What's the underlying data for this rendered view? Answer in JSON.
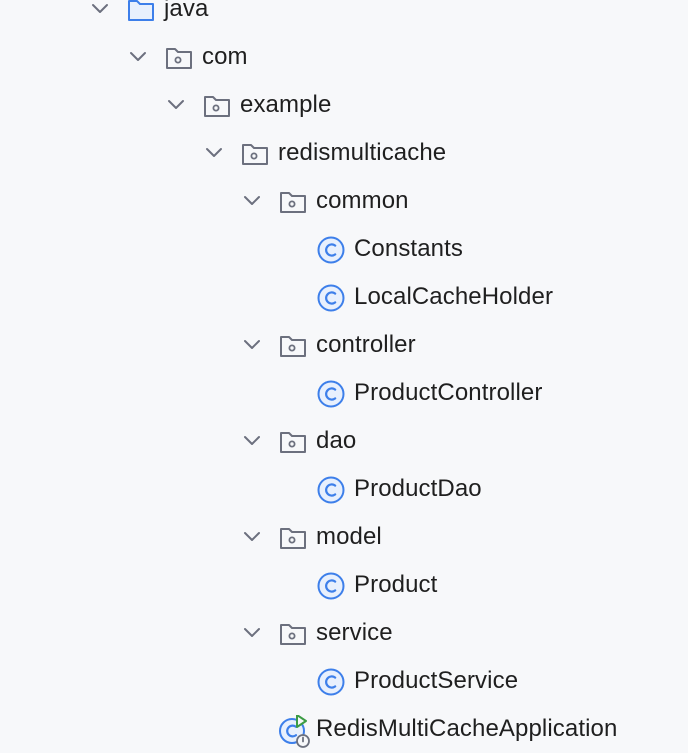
{
  "project_tree": {
    "nodes": [
      {
        "label": "java",
        "kind": "source-folder",
        "level": 0,
        "expanded": true
      },
      {
        "label": "com",
        "kind": "package",
        "level": 1,
        "expanded": true
      },
      {
        "label": "example",
        "kind": "package",
        "level": 2,
        "expanded": true
      },
      {
        "label": "redismulticache",
        "kind": "package",
        "level": 3,
        "expanded": true
      },
      {
        "label": "common",
        "kind": "package",
        "level": 4,
        "expanded": true
      },
      {
        "label": "Constants",
        "kind": "class",
        "level": 5
      },
      {
        "label": "LocalCacheHolder",
        "kind": "class",
        "level": 5
      },
      {
        "label": "controller",
        "kind": "package",
        "level": 4,
        "expanded": true
      },
      {
        "label": "ProductController",
        "kind": "class",
        "level": 5
      },
      {
        "label": "dao",
        "kind": "package",
        "level": 4,
        "expanded": true
      },
      {
        "label": "ProductDao",
        "kind": "class",
        "level": 5
      },
      {
        "label": "model",
        "kind": "package",
        "level": 4,
        "expanded": true
      },
      {
        "label": "Product",
        "kind": "class",
        "level": 5
      },
      {
        "label": "service",
        "kind": "package",
        "level": 4,
        "expanded": true
      },
      {
        "label": "ProductService",
        "kind": "class",
        "level": 5
      },
      {
        "label": "RedisMultiCacheApplication",
        "kind": "spring-boot-application-class",
        "level": 4
      }
    ]
  },
  "colors": {
    "background": "#f7f8fa",
    "class_icon": "#3d7fea",
    "folder_icon": "#6c707e",
    "source_folder_icon": "#3d7fea",
    "run_icon": "#3c9c44"
  }
}
